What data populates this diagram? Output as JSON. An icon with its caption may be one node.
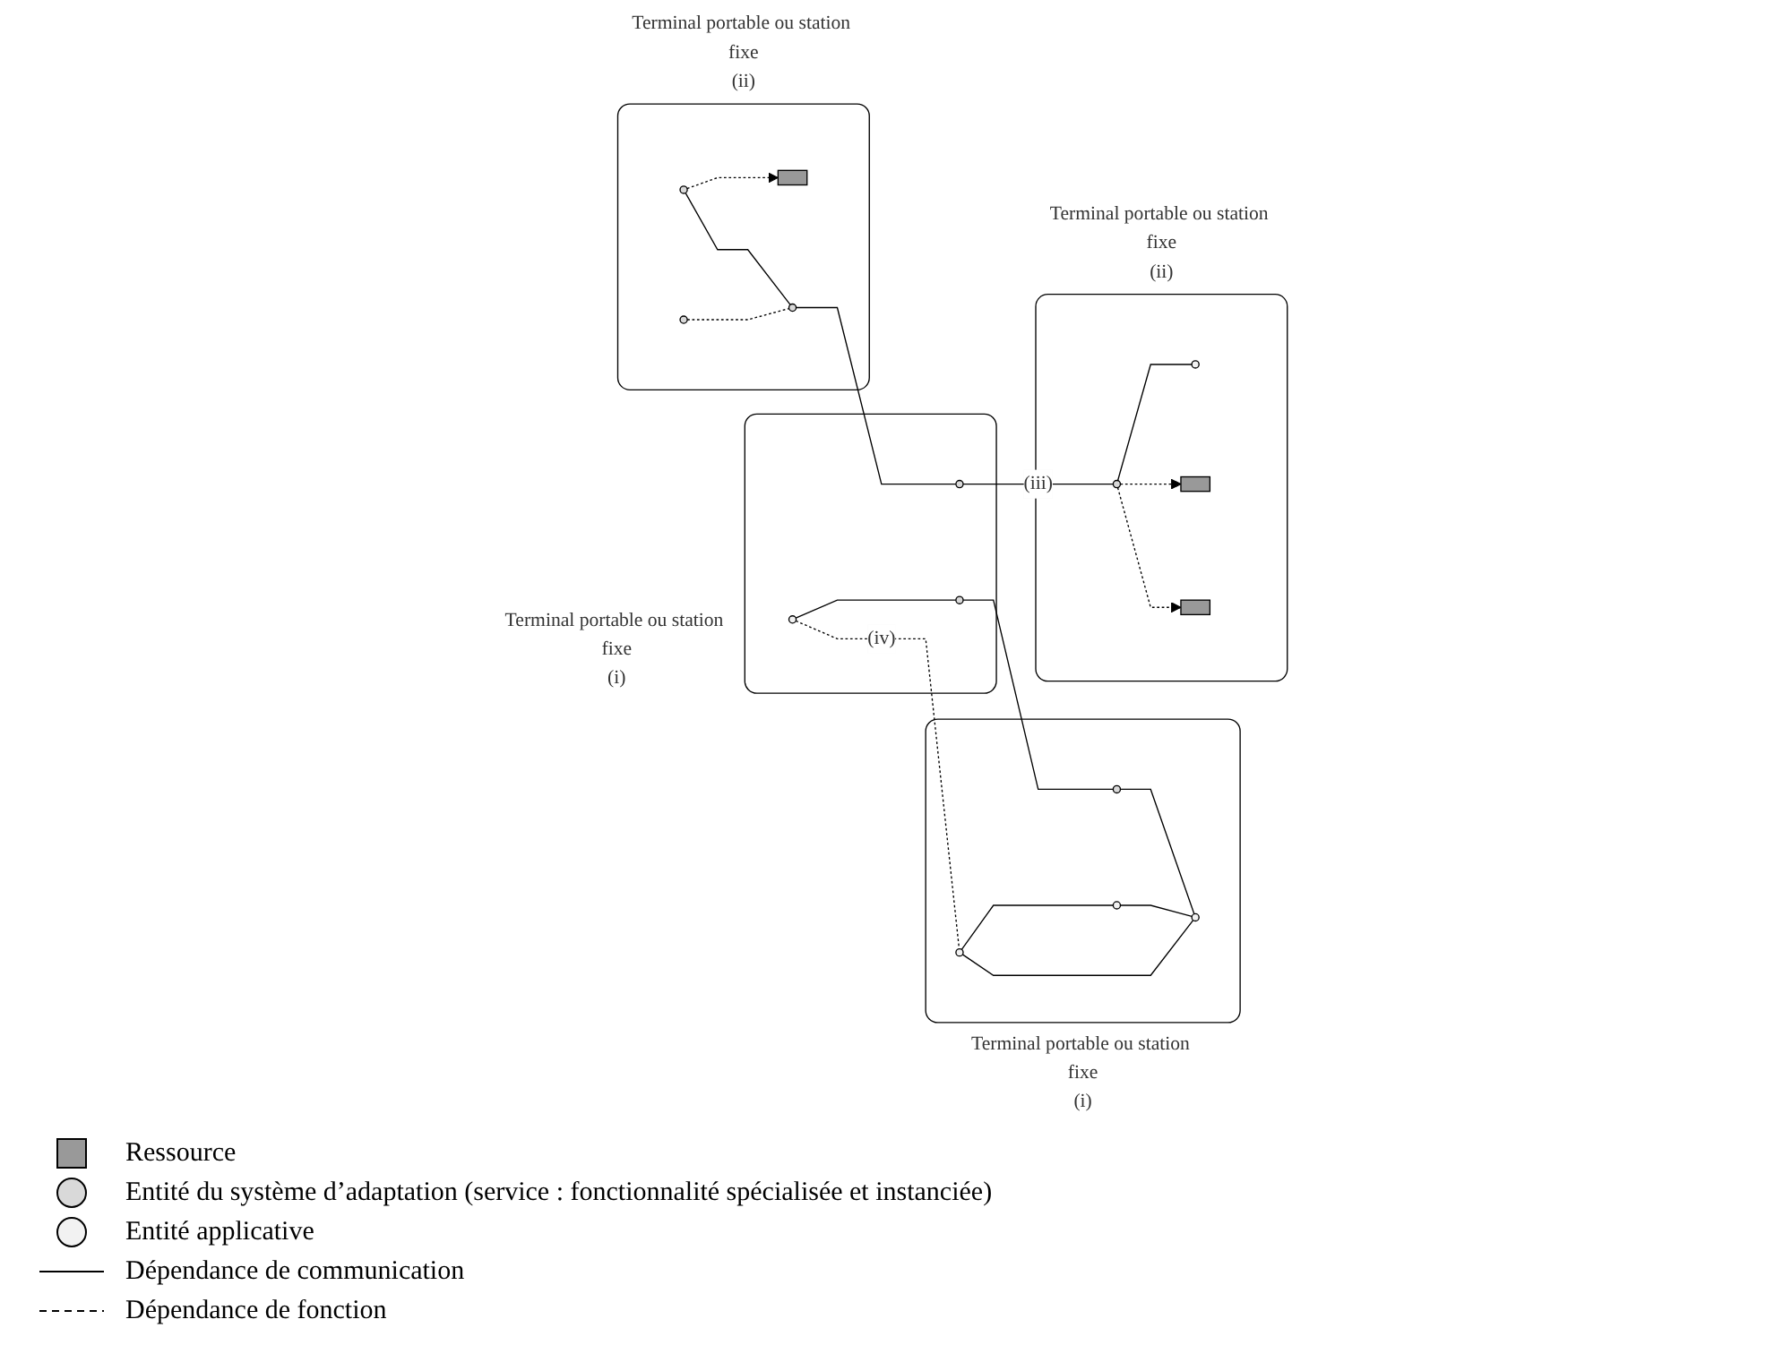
{
  "diagram": {
    "nodes": [
      {
        "text": [
          "Terminal portable ou station fixe",
          "(ii)"
        ]
      },
      {
        "text": [],
        "shape": "box",
        "in": 0
      },
      {
        "text": [],
        "shape": "circle",
        "in": 0
      },
      {
        "text": [],
        "shape": "circle",
        "in": 0
      },
      {
        "text": [],
        "shape": "circle",
        "in": 0
      },
      {
        "text": [
          "Terminal portable ou station fixe",
          "(i)"
        ]
      },
      {
        "text": [],
        "shape": "circle",
        "in": 5
      },
      {
        "text": [],
        "shape": "circle",
        "in": 5
      },
      {
        "text": [],
        "shape": "circle",
        "in": 5
      },
      {
        "text": [],
        "shape": "circle",
        "in": 5
      },
      {
        "text": [
          "Terminal portable ou station fixe",
          "(i)"
        ]
      },
      {
        "text": [],
        "shape": "circle",
        "in": 10
      },
      {
        "text": [],
        "shape": "circle",
        "in": 10
      },
      {
        "text": [],
        "shape": "circle",
        "in": 10
      },
      {
        "text": [
          "Terminal portable ou station fixe",
          "(ii)"
        ]
      },
      {
        "text": [],
        "shape": "circle",
        "in": 14
      },
      {
        "text": [],
        "shape": "circle",
        "in": 14
      },
      {
        "text": [],
        "shape": "box",
        "in": 14
      },
      {
        "text": [],
        "shape": "box",
        "in": 14
      }
    ],
    "edges": [
      {
        "from": 3,
        "to": 1,
        "arrow": "to",
        "style": "dashed"
      },
      {
        "from": 2,
        "to": 4,
        "arrow": "none",
        "style": "dashed"
      },
      {
        "from": 3,
        "to": 4,
        "arrow": "none"
      },
      {
        "from": 4,
        "to": 13,
        "arrow": "none"
      },
      {
        "from": 6,
        "to": 7,
        "arrow": "none"
      },
      {
        "from": 6,
        "to": 9,
        "arrow": "none"
      },
      {
        "from": 7,
        "to": 9,
        "arrow": "none"
      },
      {
        "from": 8,
        "to": 9,
        "arrow": "none"
      },
      {
        "from": 12,
        "to": 8,
        "arrow": "none"
      },
      {
        "from": 11,
        "to": 6,
        "arrow": "none",
        "style": "dashed",
        "label": "(iv)"
      },
      {
        "from": 11,
        "to": 12,
        "arrow": "none"
      },
      {
        "from": 13,
        "to": 16,
        "arrow": "none",
        "label": "(iii)"
      },
      {
        "from": 16,
        "to": 15,
        "arrow": "none"
      },
      {
        "from": 16,
        "to": 17,
        "arrow": "to",
        "style": "dashed"
      },
      {
        "from": 16,
        "to": 18,
        "arrow": "to",
        "style": "dashed"
      }
    ],
    "legend": [
      {
        "text": "Ressource"
      },
      {
        "text": "Entité du système d’adaptation (service : fonctionnalité spécialisée et instanciée)"
      },
      {
        "text": "Entité applicative"
      },
      {
        "text": "Dépendance de communication"
      },
      {
        "text": "Dépendance de fonction"
      }
    ]
  }
}
